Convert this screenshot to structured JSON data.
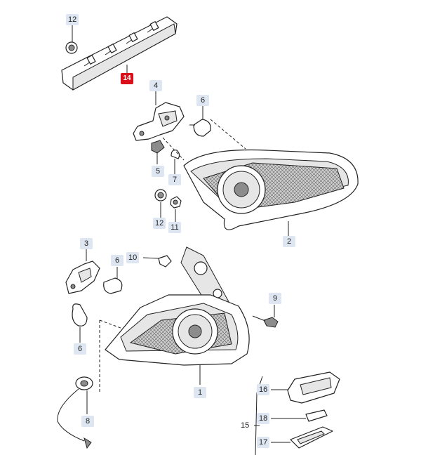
{
  "callouts": {
    "n1": "1",
    "n2": "2",
    "n3": "3",
    "n4": "4",
    "n5": "5",
    "n6a": "6",
    "n6b": "6",
    "n6c": "6",
    "n7": "7",
    "n8": "8",
    "n9": "9",
    "n10": "10",
    "n11": "11",
    "n12a": "12",
    "n12b": "12",
    "n14": "14",
    "n15": "15",
    "n16": "16",
    "n17": "17",
    "n18": "18"
  },
  "colors": {
    "callout_bg": "#dde6f1",
    "highlight": "#d9101a"
  }
}
